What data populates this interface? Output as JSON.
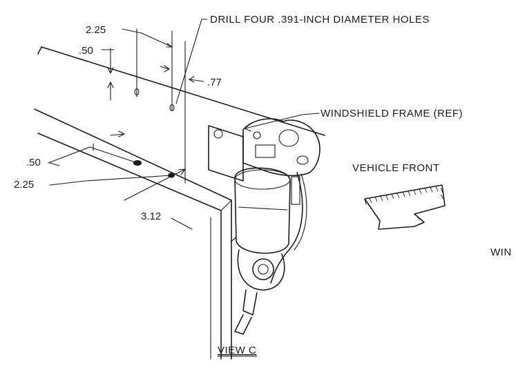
{
  "labels": {
    "drill_note": "DRILL FOUR .391-INCH DIAMETER HOLES",
    "windshield_frame": "WINDSHIELD FRAME (REF)",
    "vehicle_front": "VEHICLE FRONT",
    "view": "VIEW C",
    "cut_off_text": "WIN"
  },
  "dimensions": {
    "top_spacing": "2.25",
    "top_offset": ".50",
    "top_edge": ".77",
    "side_offset": ".50",
    "side_spacing": "2.25",
    "side_edge": "3.12"
  }
}
